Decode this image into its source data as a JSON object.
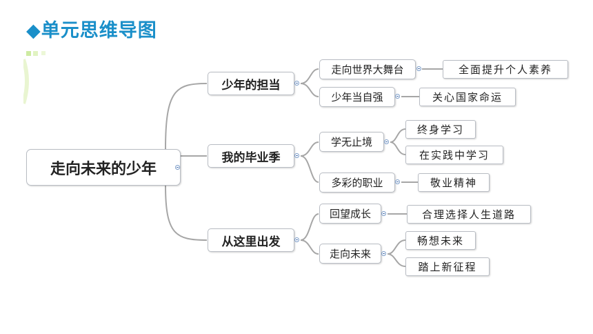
{
  "title": {
    "icon": "diamond-icon",
    "text": "◆单元思维导图"
  },
  "mindmap": {
    "root": "走向未来的少年",
    "branches": [
      {
        "label": "少年的担当",
        "children": [
          {
            "label": "走向世界大舞台",
            "leaves": [
              "全面提升个人素养"
            ]
          },
          {
            "label": "少年当自强",
            "leaves": [
              "关心国家命运"
            ]
          }
        ]
      },
      {
        "label": "我的毕业季",
        "children": [
          {
            "label": "学无止境",
            "leaves": [
              "终身学习",
              "在实践中学习"
            ]
          },
          {
            "label": "多彩的职业",
            "leaves": [
              "敬业精神"
            ]
          }
        ]
      },
      {
        "label": "从这里出发",
        "children": [
          {
            "label": "回望成长",
            "leaves": [
              "合理选择人生道路"
            ]
          },
          {
            "label": "走向未来",
            "leaves": [
              "畅想未来",
              "踏上新征程"
            ]
          }
        ]
      }
    ]
  },
  "colors": {
    "title": "#1a8fc9",
    "connector": "#a6a6a6",
    "node_border": "#b8bcc3"
  }
}
